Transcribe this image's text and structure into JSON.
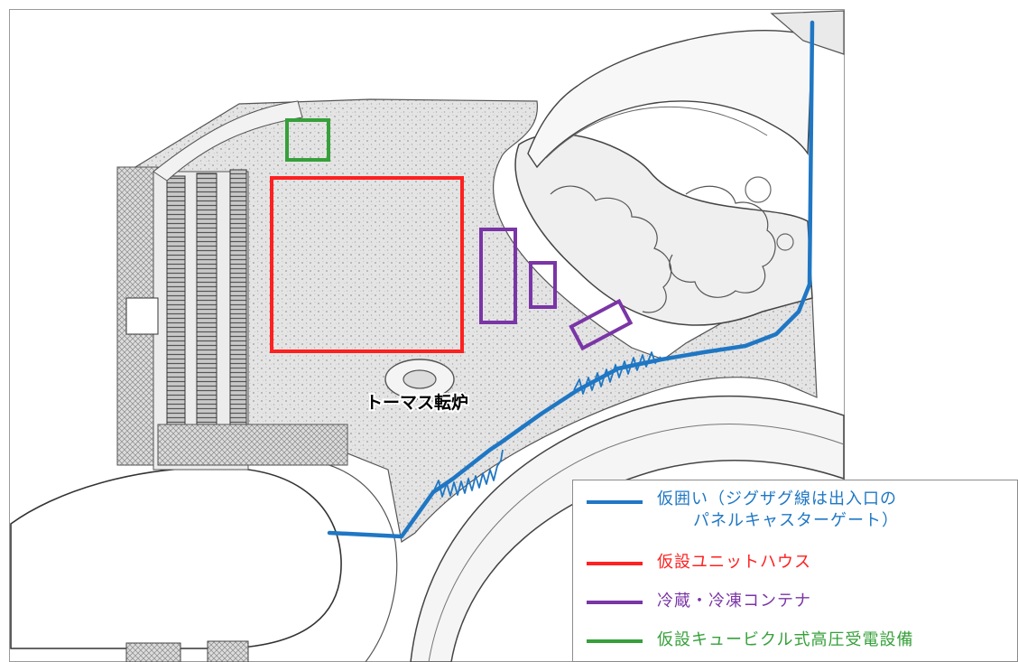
{
  "map": {
    "place_label": "トーマス転炉"
  },
  "legend": {
    "items": [
      {
        "id": "fence",
        "label_line1": "仮囲い（ジグザグ線は出入口の",
        "label_line2": "パネルキャスターゲート）",
        "color": "#1f77c4"
      },
      {
        "id": "unit-house",
        "label_line1": "仮設ユニットハウス",
        "label_line2": "",
        "color": "#ff2020"
      },
      {
        "id": "container",
        "label_line1": "冷蔵・冷凍コンテナ",
        "label_line2": "",
        "color": "#7a35a6"
      },
      {
        "id": "cubicle",
        "label_line1": "仮設キュービクル式高圧受電設備",
        "label_line2": "",
        "color": "#36a03a"
      }
    ]
  }
}
